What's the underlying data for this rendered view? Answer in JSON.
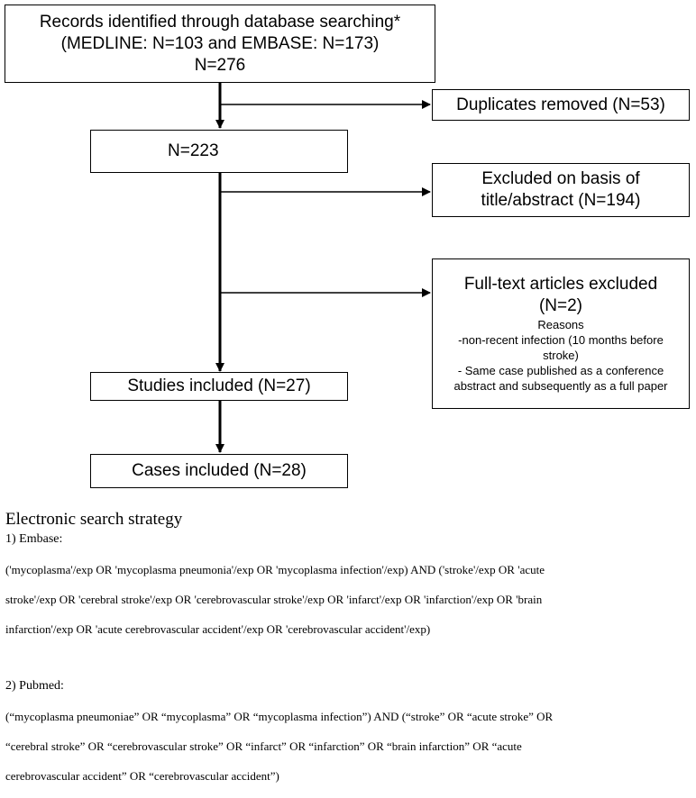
{
  "flowchart": {
    "records_box": {
      "line1": "Records identified through database searching*",
      "line2": "(MEDLINE: N=103 and EMBASE: N=173)",
      "line3": "N=276"
    },
    "duplicates_box": {
      "text": "Duplicates removed (N=53)"
    },
    "n223_box": {
      "text": "N=223"
    },
    "excluded_title_box": {
      "line1": "Excluded on basis of",
      "line2": "title/abstract (N=194)"
    },
    "fulltext_excluded_box": {
      "line1": "Full-text articles excluded",
      "line2": "(N=2)",
      "reasons_label": "Reasons",
      "reason1_line1": "-non-recent infection (10 months before",
      "reason1_line2": "stroke)",
      "reason2_line1": "- Same case published as a conference",
      "reason2_line2": "abstract and subsequently as a full paper"
    },
    "studies_box": {
      "text": "Studies included (N=27)"
    },
    "cases_box": {
      "text": "Cases included (N=28)"
    }
  },
  "search_strategy": {
    "heading": "Electronic search strategy",
    "embase": {
      "label": "1) Embase:",
      "query_line1": "('mycoplasma'/exp OR 'mycoplasma pneumonia'/exp OR 'mycoplasma infection'/exp) AND ('stroke'/exp OR 'acute",
      "query_line2": "stroke'/exp OR 'cerebral stroke'/exp OR 'cerebrovascular stroke'/exp OR 'infarct'/exp OR 'infarction'/exp OR 'brain",
      "query_line3": "infarction'/exp OR 'acute cerebrovascular accident'/exp OR 'cerebrovascular accident'/exp)"
    },
    "pubmed": {
      "label": "2) Pubmed:",
      "query_line1": "(“mycoplasma pneumoniae” OR “mycoplasma” OR “mycoplasma infection”) AND (“stroke” OR “acute stroke” OR",
      "query_line2": "“cerebral stroke” OR “cerebrovascular stroke” OR “infarct” OR “infarction” OR “brain infarction” OR “acute",
      "query_line3": "cerebrovascular accident” OR “cerebrovascular accident”)"
    }
  }
}
